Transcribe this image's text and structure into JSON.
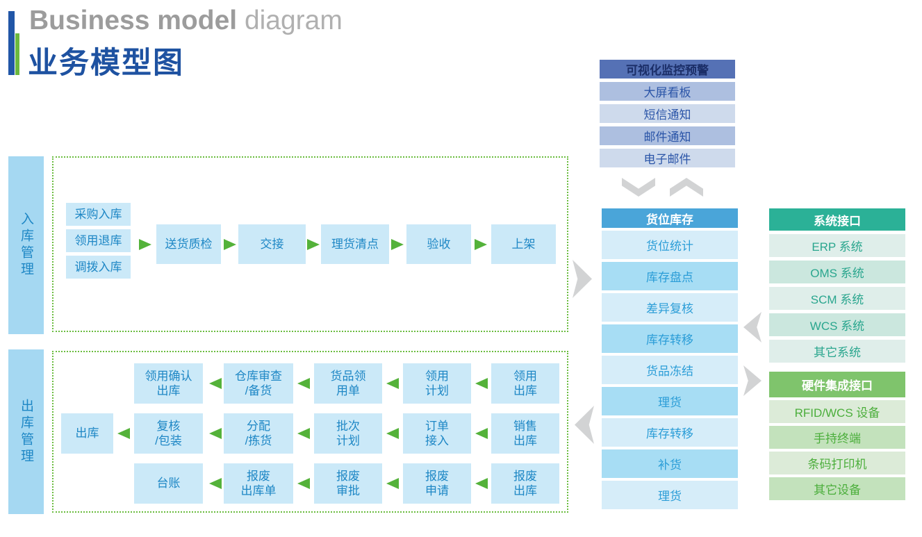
{
  "header": {
    "title_en_bold": "Business model",
    "title_en_light": "diagram",
    "title_zh": "业务模型图"
  },
  "inbound": {
    "label": "入库管理",
    "sources": [
      "采购入库",
      "领用退库",
      "调拨入库"
    ],
    "flow": [
      "送货质检",
      "交接",
      "理货清点",
      "验收",
      "上架"
    ]
  },
  "outbound": {
    "label": "出库管理",
    "row1": [
      "领用确认\n出库",
      "仓库审查\n/备货",
      "货品领\n用单",
      "领用\n计划",
      "领用\n出库"
    ],
    "row2": [
      "出库",
      "复核\n/包装",
      "分配\n/拣货",
      "批次\n计划",
      "订单\n接入",
      "销售\n出库"
    ],
    "row3": [
      "台账",
      "报废\n出库单",
      "报废\n审批",
      "报废\n申请",
      "报废\n出库"
    ]
  },
  "monitor": {
    "header": "可视化监控预警",
    "items": [
      "大屏看板",
      "短信通知",
      "邮件通知",
      "电子邮件"
    ]
  },
  "inventory": {
    "header": "货位库存",
    "items": [
      "货位统计",
      "库存盘点",
      "差异复核",
      "库存转移",
      "货品冻结",
      "理货",
      "库存转移",
      "补货",
      "理货"
    ]
  },
  "system": {
    "header": "系统接口",
    "items": [
      "ERP 系统",
      "OMS 系统",
      "SCM 系统",
      "WCS 系统",
      "其它系统"
    ]
  },
  "hardware": {
    "header": "硬件集成接口",
    "items": [
      "RFID/WCS 设备",
      "手持终端",
      "条码打印机",
      "其它设备"
    ]
  },
  "colors": {
    "title_blue": "#1e52a1",
    "title_gray": "#9c9c9c",
    "accent_green": "#6cb83f",
    "flow_box_bg": "#cbe9f8",
    "flow_text": "#1e87c5",
    "side_bar_bg": "#a5d8f2",
    "inventory_header": "#4aa5d9",
    "monitor_header": "#5571b5",
    "system_header": "#2bb197",
    "hardware_header": "#7fc46c",
    "gray_arrow": "#d2d3d4"
  }
}
